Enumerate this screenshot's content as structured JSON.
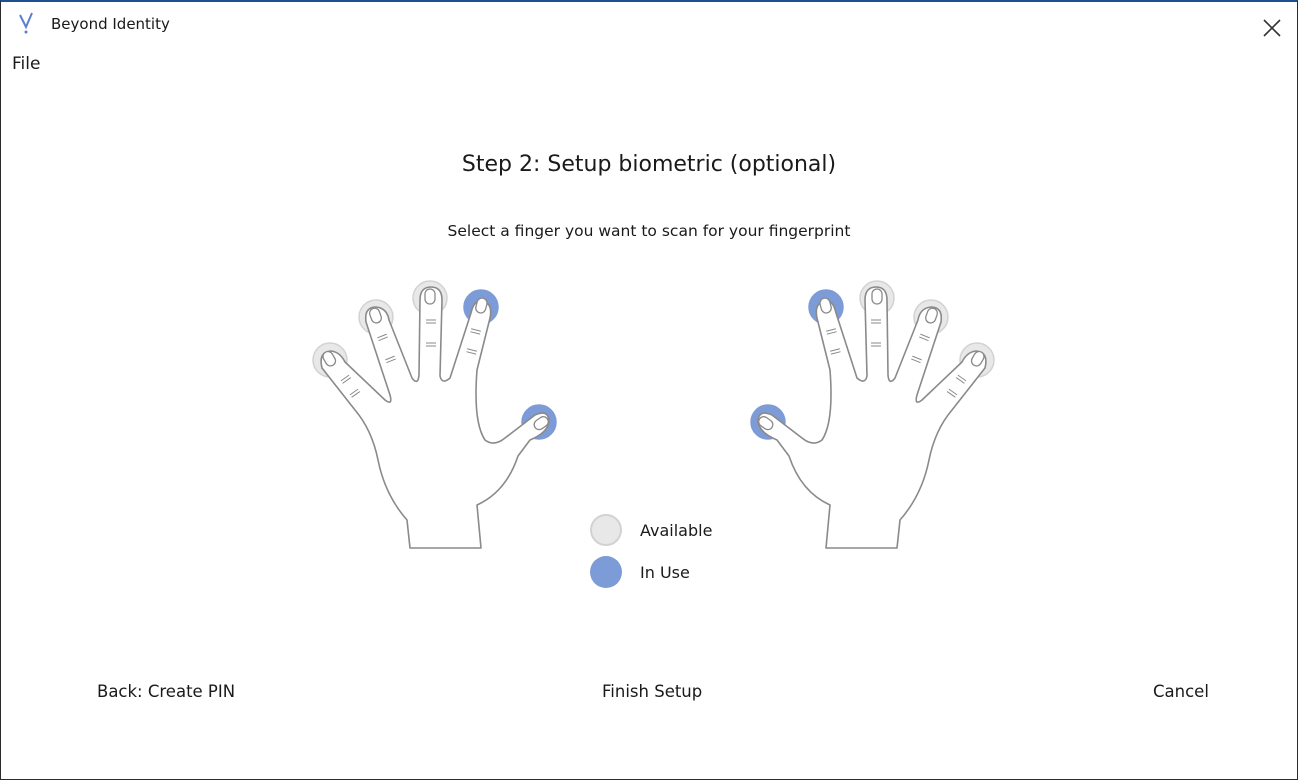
{
  "window": {
    "title": "Beyond Identity",
    "close_icon": "close-icon",
    "logo_icon": "beyond-identity-logo"
  },
  "menu": {
    "file": "File"
  },
  "main": {
    "title": "Step 2: Setup biometric (optional)",
    "subtitle": "Select a finger you want to scan for your fingerprint",
    "left_hand": {
      "pinky": "available",
      "ring": "available",
      "middle": "available",
      "index": "in_use",
      "thumb": "in_use"
    },
    "right_hand": {
      "thumb": "in_use",
      "index": "in_use",
      "middle": "available",
      "ring": "available",
      "pinky": "available"
    }
  },
  "legend": {
    "available": "Available",
    "in_use": "In Use"
  },
  "colors": {
    "available_fill": "#e8e8e8",
    "available_stroke": "#d2d2d2",
    "in_use": "#7d9bd6",
    "outline": "#8a8a8a"
  },
  "buttons": {
    "back": "Back: Create PIN",
    "finish": "Finish Setup",
    "cancel": "Cancel"
  }
}
